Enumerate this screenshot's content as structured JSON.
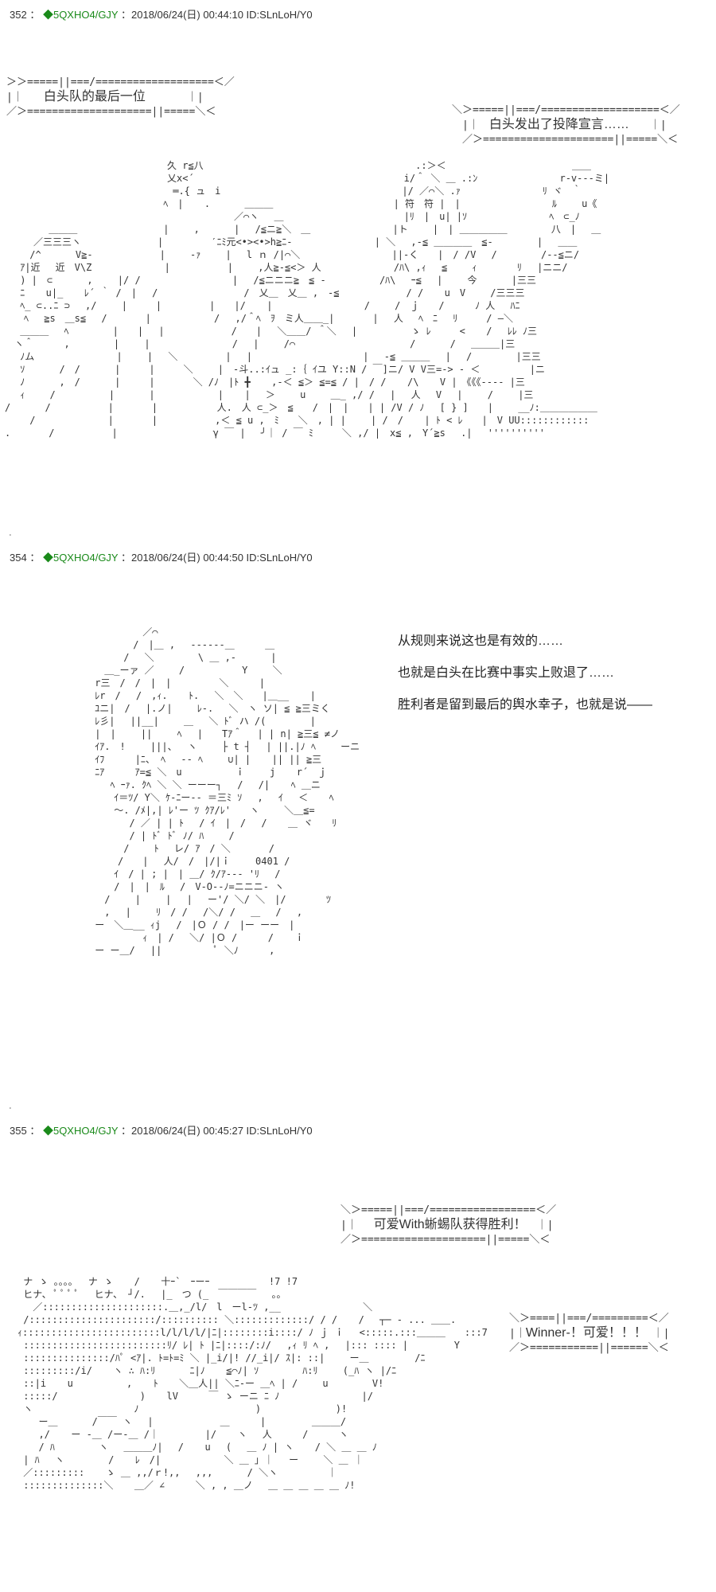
{
  "posts": [
    {
      "number": "352",
      "sep": "：",
      "trip": "◆5QXHO4/GJY",
      "meta": "：2018/06/24(日) 00:44:10 ID:SLnLoH/Y0",
      "captions": [
        "白头队的最后一位",
        "白头发出了投降宣言……"
      ]
    },
    {
      "number": "354",
      "sep": "：",
      "trip": "◆5QXHO4/GJY",
      "meta": "：2018/06/24(日) 00:44:50 ID:SLnLoH/Y0",
      "narration": [
        "从规则来说这也是有效的……",
        "也就是白头在比赛中事实上败退了……",
        "胜利者是留到最后的舆水幸子，也就是说——"
      ],
      "jersey_number": "0401"
    },
    {
      "number": "355",
      "sep": "：",
      "trip": "◆5QXHO4/GJY",
      "meta": "：2018/06/24(日) 00:45:27 ID:SLnLoH/Y0",
      "captions": [
        "可爱With蜥蜴队获得胜利！",
        "Winner-！可爱！！！"
      ]
    }
  ],
  "dots": [
    "．",
    "．"
  ]
}
